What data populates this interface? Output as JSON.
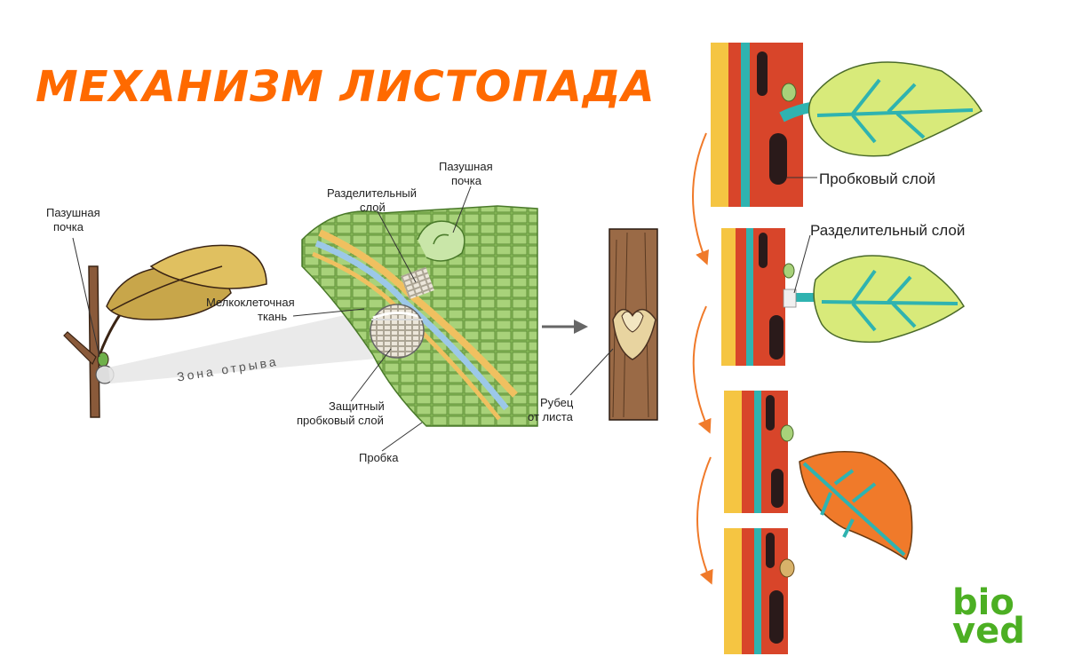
{
  "title": "МЕХАНИЗМ ЛИСТОПАДА",
  "labels": {
    "axillary_bud_left_1": "Пазушная",
    "axillary_bud_left_2": "почка",
    "separating_1": "Разделительный",
    "separating_2": "слой",
    "axillary_bud_mid_1": "Пазушная",
    "axillary_bud_mid_2": "почка",
    "small_cell_1": "Мелкоклеточная",
    "small_cell_2": "ткань",
    "zone": "Зона отрыва",
    "protective_1": "Защитный",
    "protective_2": "пробковый слой",
    "cork": "Пробка",
    "scar_1": "Рубец",
    "scar_2": "от листа",
    "cork_layer": "Пробковый слой",
    "separating_layer": "Разделительный слой"
  },
  "logo": {
    "line1": "bio",
    "line2": "ved"
  },
  "colors": {
    "title": "#ff6a00",
    "arrow": "#f07a2a",
    "logo": "#4caf23",
    "leaf_green": "#d8ea7a",
    "leaf_orange": "#f07a2a",
    "vein": "#2fb3b0",
    "stem_red": "#d8452a",
    "stem_yellow": "#f5c542",
    "stem_dark": "#2a1a1a"
  }
}
